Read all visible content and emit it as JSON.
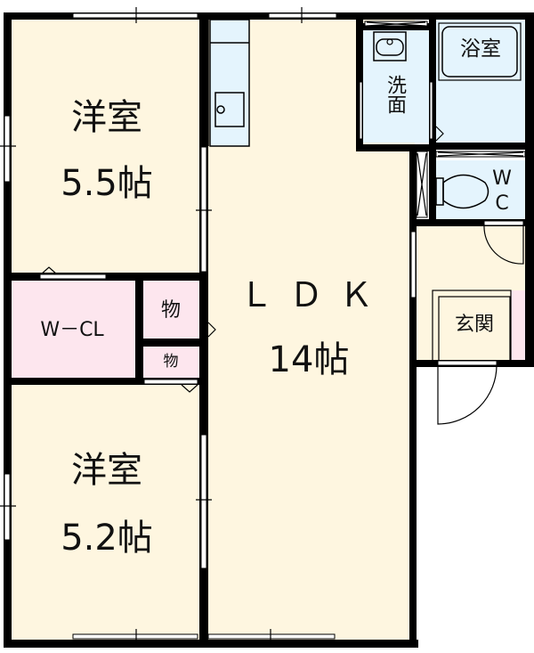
{
  "floorplan": {
    "colors": {
      "wall": "#000000",
      "living_floor": "#fef6e0",
      "wet_floor": "#e4f4fd",
      "closet_floor": "#fde6ee",
      "background": "#ffffff"
    },
    "rooms": {
      "western_room_1": {
        "name": "洋室",
        "size": "5.5帖"
      },
      "western_room_2": {
        "name": "洋室",
        "size": "5.2帖"
      },
      "ldk": {
        "name": "ＬＤＫ",
        "size": "14帖"
      },
      "walk_in_closet": {
        "name": "W－CL"
      },
      "storage_1": {
        "name": "物"
      },
      "storage_2": {
        "name": "物"
      },
      "washroom": {
        "name": "洗面"
      },
      "bathroom": {
        "name": "浴室"
      },
      "toilet": {
        "name_line1": "W",
        "name_line2": "C"
      },
      "entrance": {
        "name": "玄関"
      }
    }
  }
}
